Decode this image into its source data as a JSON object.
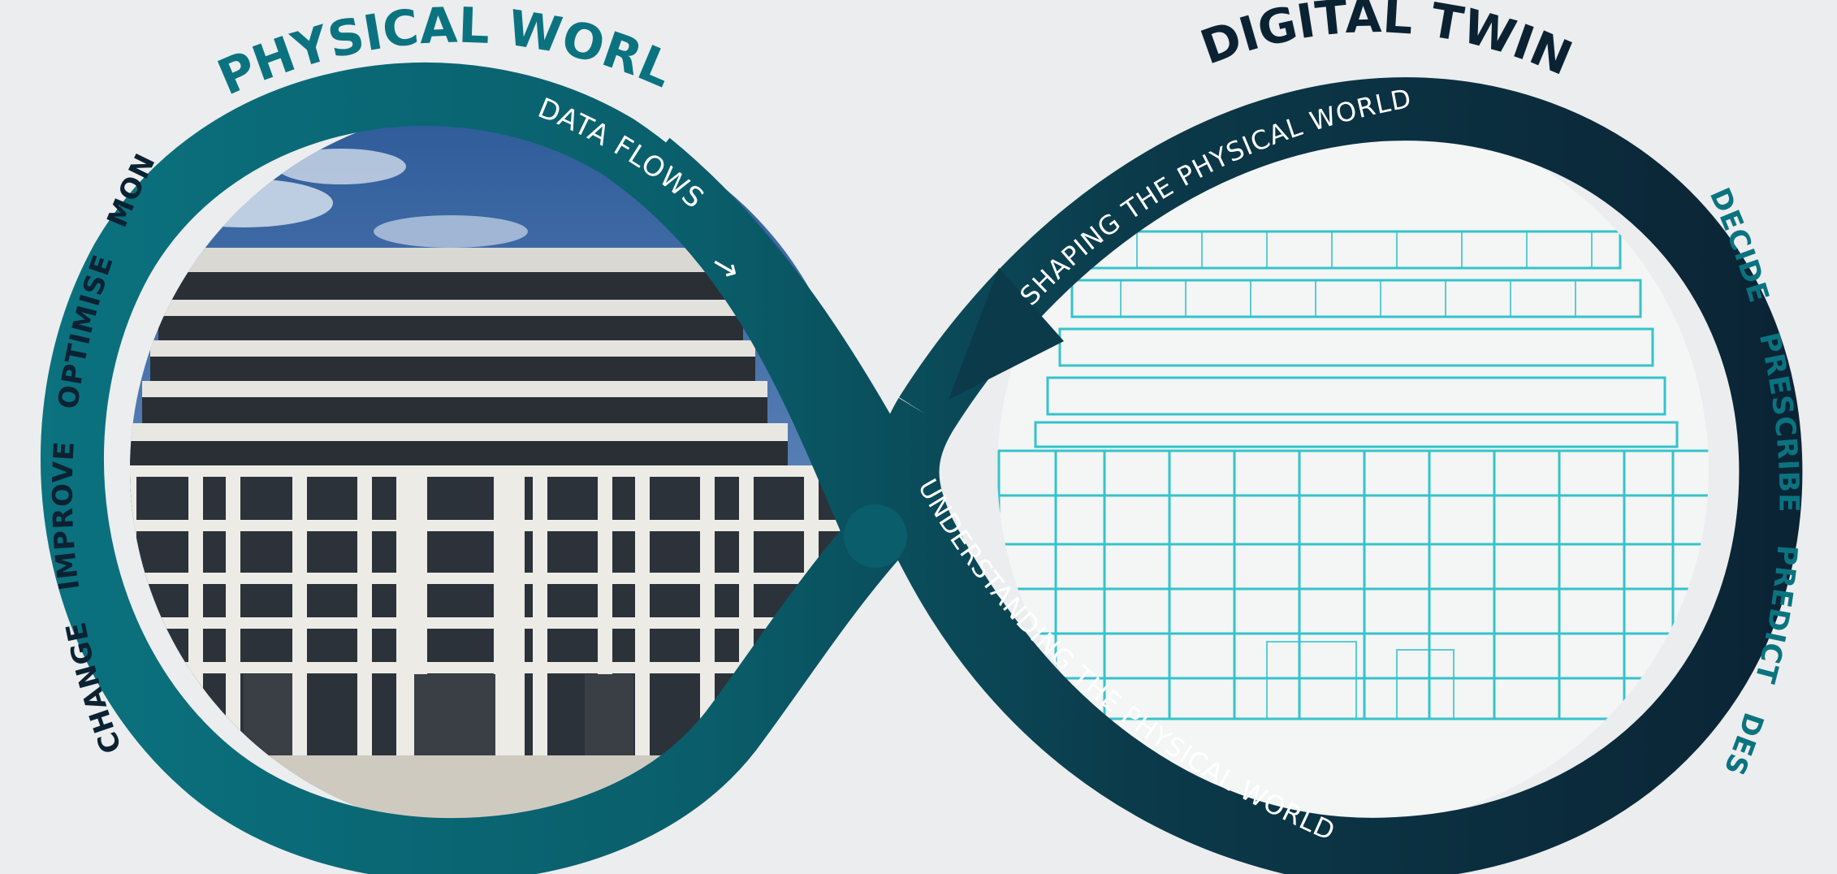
{
  "physical_world": {
    "title": "PHYSICAL WORLD",
    "verbs": [
      "CHANGE",
      "IMPROVE",
      "OPTIMISE",
      "MONITOR"
    ]
  },
  "digital_twin": {
    "title": "DIGITAL TWIN",
    "verbs": [
      "DESCRIBE",
      "PREDICT",
      "PRESCRIBE",
      "DECIDE"
    ]
  },
  "flow_labels": {
    "data_flows": "DATA FLOWS",
    "data_flows_arrow": "→",
    "shaping": "SHAPING THE PHYSICAL WORLD",
    "understanding": "UNDERSTANDING THE PHYSICAL WORLD"
  },
  "images": {
    "left": "photograph of modern office building facade",
    "right": "line-drawing sketch of the same building"
  },
  "colors": {
    "background": "#ebedee",
    "teal": "#0b7380",
    "teal_dark": "#0a5a66",
    "navy": "#0b2233",
    "sketch": "#35c3cc",
    "sky": "#4f79b3"
  }
}
